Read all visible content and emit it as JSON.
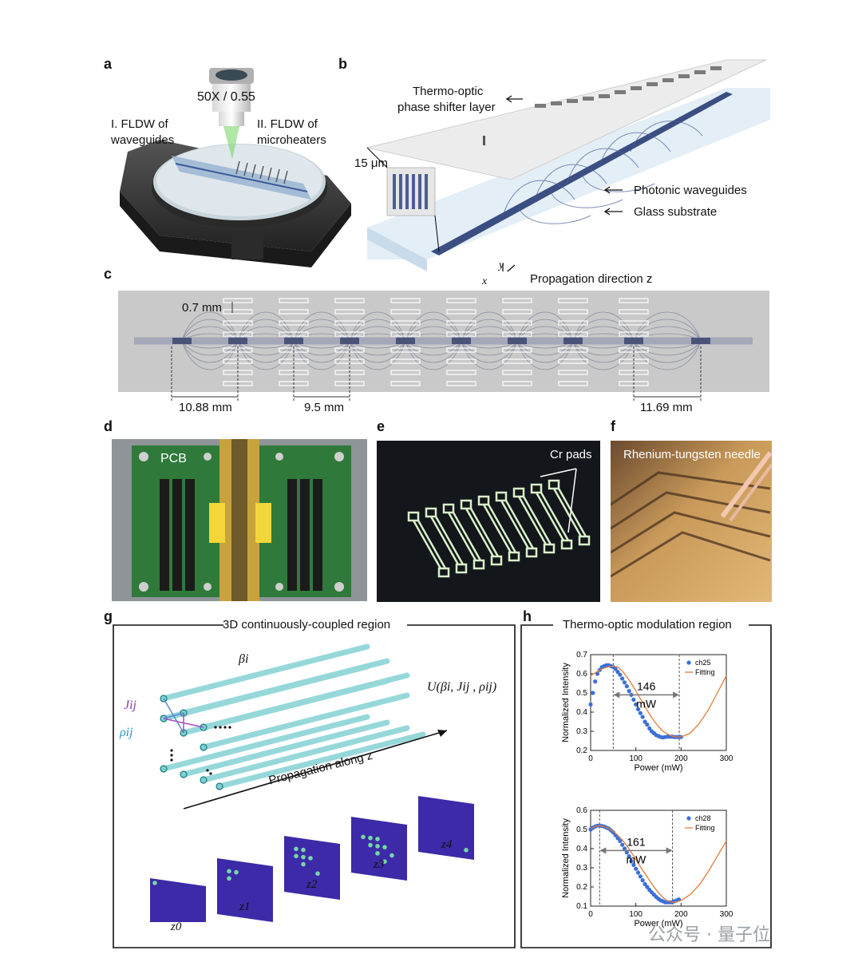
{
  "panels": {
    "a": {
      "letter": "a",
      "objective": "50X / 0.55",
      "fldw1": [
        "I. FLDW of",
        "waveguides"
      ],
      "fldw2": [
        "II. FLDW of",
        "microheaters"
      ]
    },
    "b": {
      "letter": "b",
      "layer": [
        "Thermo-optic",
        "phase shifter layer"
      ],
      "scale": "15 μm",
      "waveguides": "Photonic waveguides",
      "substrate": "Glass substrate",
      "axis_y": "y",
      "axis_x": "x",
      "propagation": "Propagation direction z"
    },
    "c": {
      "letter": "c",
      "dim_07": "0.7 mm",
      "dim1": "10.88 mm",
      "dim2": "9.5 mm",
      "dim3": "11.69 mm"
    },
    "d": {
      "letter": "d",
      "label": "PCB"
    },
    "e": {
      "letter": "e",
      "label": "Cr pads"
    },
    "f": {
      "letter": "f",
      "label": "Rhenium-tungsten needle"
    },
    "g": {
      "letter": "g",
      "title": "3D continuously-coupled region",
      "beta": "βi",
      "unitary": "U(βi, Jij , ρij)",
      "j": "Jij",
      "rho": "ρij",
      "propagation": "Propagation along z",
      "z_labels": [
        "z0",
        "z1",
        "z2",
        "z3",
        "z4"
      ]
    },
    "h": {
      "letter": "h",
      "title": "Thermo-optic modulation region"
    }
  },
  "chart_data": [
    {
      "type": "scatter",
      "xlabel": "Power (mW)",
      "ylabel": "Normalized Intensity",
      "xlim": [
        0,
        300
      ],
      "ylim": [
        0.2,
        0.7
      ],
      "xticks": [
        0,
        100,
        200,
        300
      ],
      "yticks": [
        0.2,
        0.3,
        0.4,
        0.5,
        0.6,
        0.7
      ],
      "annotation": "146",
      "annotation_unit": "mW",
      "markers_x": [
        50,
        196
      ],
      "series": [
        {
          "name": "ch25",
          "style": "points",
          "color": "#3a6fd8",
          "x": [
            0,
            5,
            10,
            15,
            20,
            25,
            30,
            35,
            40,
            45,
            50,
            55,
            60,
            65,
            70,
            75,
            80,
            85,
            90,
            95,
            100,
            105,
            110,
            115,
            120,
            125,
            130,
            135,
            140,
            145,
            150,
            155,
            160,
            165,
            170,
            175,
            180,
            185,
            190,
            195,
            200
          ],
          "y": [
            0.44,
            0.5,
            0.56,
            0.6,
            0.62,
            0.635,
            0.64,
            0.645,
            0.645,
            0.64,
            0.635,
            0.625,
            0.61,
            0.595,
            0.575,
            0.555,
            0.535,
            0.51,
            0.49,
            0.465,
            0.44,
            0.415,
            0.395,
            0.375,
            0.35,
            0.335,
            0.315,
            0.3,
            0.29,
            0.28,
            0.275,
            0.27,
            0.268,
            0.27,
            0.272,
            0.272,
            0.272,
            0.27,
            0.27,
            0.27,
            0.27
          ]
        },
        {
          "name": "Fitting",
          "style": "line",
          "color": "#e07b39",
          "x": [
            0,
            10,
            20,
            30,
            40,
            50,
            60,
            70,
            80,
            90,
            100,
            110,
            120,
            130,
            140,
            150,
            160,
            170,
            180,
            190,
            196,
            205,
            220,
            240,
            260,
            280,
            300
          ],
          "y": [
            0.59,
            0.605,
            0.62,
            0.63,
            0.637,
            0.64,
            0.635,
            0.615,
            0.585,
            0.55,
            0.51,
            0.47,
            0.43,
            0.39,
            0.355,
            0.325,
            0.3,
            0.285,
            0.275,
            0.27,
            0.27,
            0.275,
            0.29,
            0.34,
            0.41,
            0.5,
            0.59
          ]
        }
      ]
    },
    {
      "type": "scatter",
      "xlabel": "Power (mW)",
      "ylabel": "Normalized Intensity",
      "xlim": [
        0,
        300
      ],
      "ylim": [
        0.1,
        0.6
      ],
      "xticks": [
        0,
        100,
        200,
        300
      ],
      "yticks": [
        0.1,
        0.2,
        0.3,
        0.4,
        0.5,
        0.6
      ],
      "annotation": "161",
      "annotation_unit": "mW",
      "markers_x": [
        20,
        181
      ],
      "series": [
        {
          "name": "ch28",
          "style": "points",
          "color": "#3a6fd8",
          "x": [
            0,
            5,
            10,
            15,
            20,
            25,
            30,
            35,
            40,
            45,
            50,
            55,
            60,
            65,
            70,
            75,
            80,
            85,
            90,
            95,
            100,
            105,
            110,
            115,
            120,
            125,
            130,
            135,
            140,
            145,
            150,
            155,
            160,
            165,
            170,
            175,
            180,
            185,
            190,
            195
          ],
          "y": [
            0.5,
            0.51,
            0.515,
            0.52,
            0.52,
            0.518,
            0.515,
            0.51,
            0.505,
            0.495,
            0.485,
            0.47,
            0.455,
            0.44,
            0.42,
            0.4,
            0.38,
            0.36,
            0.335,
            0.315,
            0.295,
            0.275,
            0.255,
            0.235,
            0.215,
            0.2,
            0.185,
            0.172,
            0.16,
            0.148,
            0.138,
            0.13,
            0.125,
            0.12,
            0.12,
            0.12,
            0.12,
            0.125,
            0.13,
            0.135
          ]
        },
        {
          "name": "Fitting",
          "style": "line",
          "color": "#e07b39",
          "x": [
            0,
            10,
            20,
            30,
            40,
            50,
            60,
            70,
            80,
            90,
            100,
            110,
            120,
            130,
            140,
            150,
            160,
            170,
            181,
            190,
            200,
            220,
            240,
            260,
            280,
            300
          ],
          "y": [
            0.505,
            0.515,
            0.52,
            0.515,
            0.505,
            0.49,
            0.47,
            0.445,
            0.415,
            0.38,
            0.345,
            0.305,
            0.27,
            0.235,
            0.2,
            0.17,
            0.145,
            0.127,
            0.12,
            0.122,
            0.13,
            0.16,
            0.21,
            0.28,
            0.36,
            0.44
          ]
        }
      ]
    }
  ],
  "watermark": "公众号 · 量子位"
}
